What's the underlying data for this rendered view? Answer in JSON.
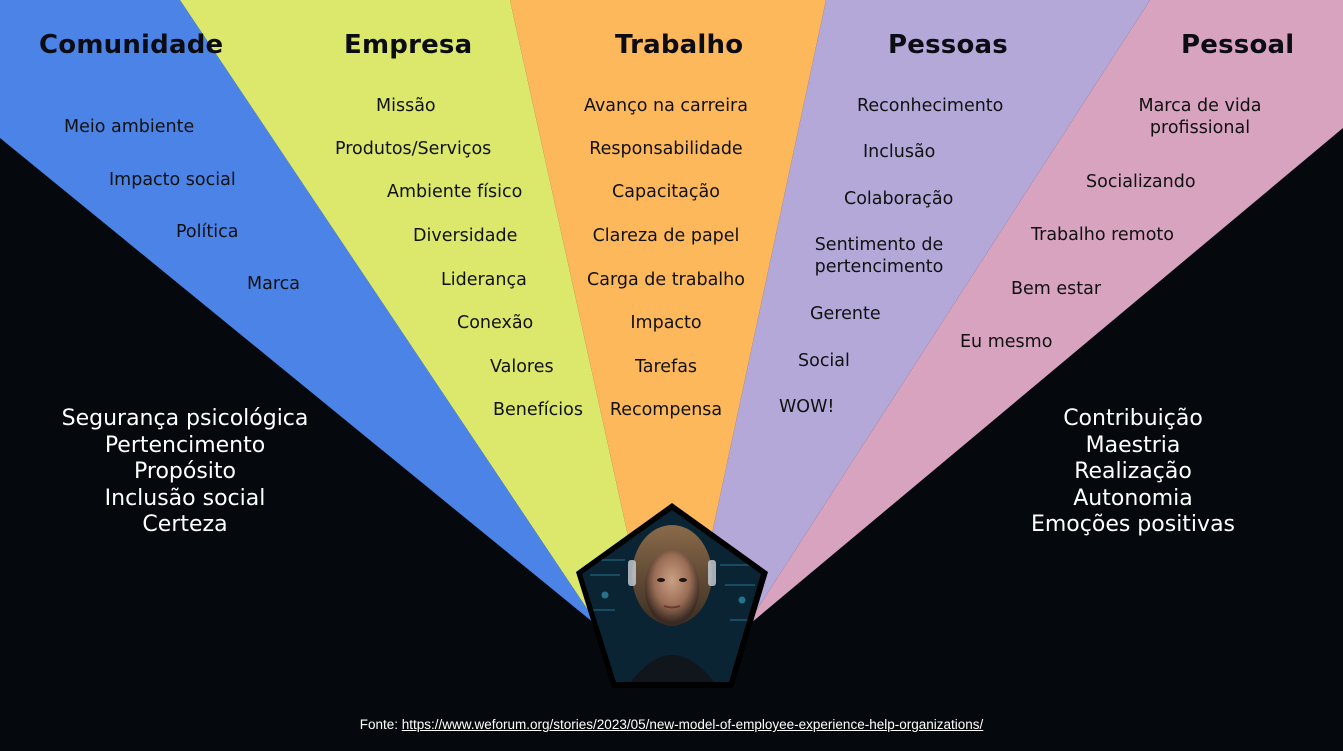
{
  "colors": {
    "background": "#05080d",
    "comunidade": "#4b84e6",
    "empresa": "#dbe86c",
    "trabalho": "#fdb85c",
    "pessoas": "#b3a8d8",
    "pessoal": "#d7a3bf"
  },
  "segments": [
    {
      "title": "Comunidade",
      "items": [
        "Meio ambiente",
        "Impacto social",
        "Política",
        "Marca"
      ]
    },
    {
      "title": "Empresa",
      "items": [
        "Missão",
        "Produtos/Serviços",
        "Ambiente físico",
        "Diversidade",
        "Liderança",
        "Conexão",
        "Valores",
        "Benefícios"
      ]
    },
    {
      "title": "Trabalho",
      "items": [
        "Avanço na carreira",
        "Responsabilidade",
        "Capacitação",
        "Clareza de papel",
        "Carga de trabalho",
        "Impacto",
        "Tarefas",
        "Recompensa"
      ]
    },
    {
      "title": "Pessoas",
      "items": [
        "Reconhecimento",
        "Inclusão",
        "Colaboração",
        "Sentimento de pertencimento",
        "Gerente",
        "Social",
        "WOW!"
      ]
    },
    {
      "title": "Pessoal",
      "items": [
        "Marca de vida profissional",
        "Socializando",
        "Trabalho remoto",
        "Bem estar",
        "Eu mesmo"
      ]
    }
  ],
  "left_list": [
    "Segurança psicológica",
    "Pertencimento",
    "Propósito",
    "Inclusão social",
    "Certeza"
  ],
  "right_list": [
    "Contribuição",
    "Maestria",
    "Realização",
    "Autonomia",
    "Emoções positivas"
  ],
  "footer": {
    "prefix": "Fonte: ",
    "link": "https://www.weforum.org/stories/2023/05/new-model-of-employee-experience-help-organizations/"
  }
}
